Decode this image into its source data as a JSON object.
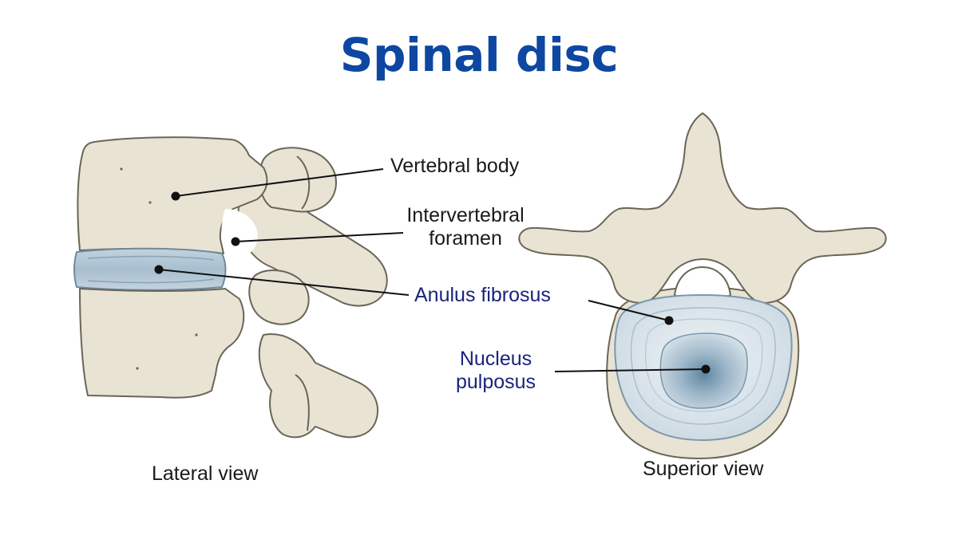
{
  "title": "Spinal disc",
  "labels": {
    "vertebral_body": "Vertebral body",
    "intervertebral_foramen_line1": "Intervertebral",
    "intervertebral_foramen_line2": "foramen",
    "anulus_fibrosus": "Anulus fibrosus",
    "nucleus_pulposus_line1": "Nucleus",
    "nucleus_pulposus_line2": "pulposus"
  },
  "captions": {
    "lateral": "Lateral view",
    "superior": "Superior view"
  },
  "colors": {
    "title": "#0d47a1",
    "bone_fill": "#e9e3d4",
    "bone_stroke": "#6b6558",
    "disc_fill": "#b3c7d6",
    "nucleus_fill": "#6f93ad",
    "leader_line": "#111111",
    "highlight_label": "#1a237e"
  }
}
